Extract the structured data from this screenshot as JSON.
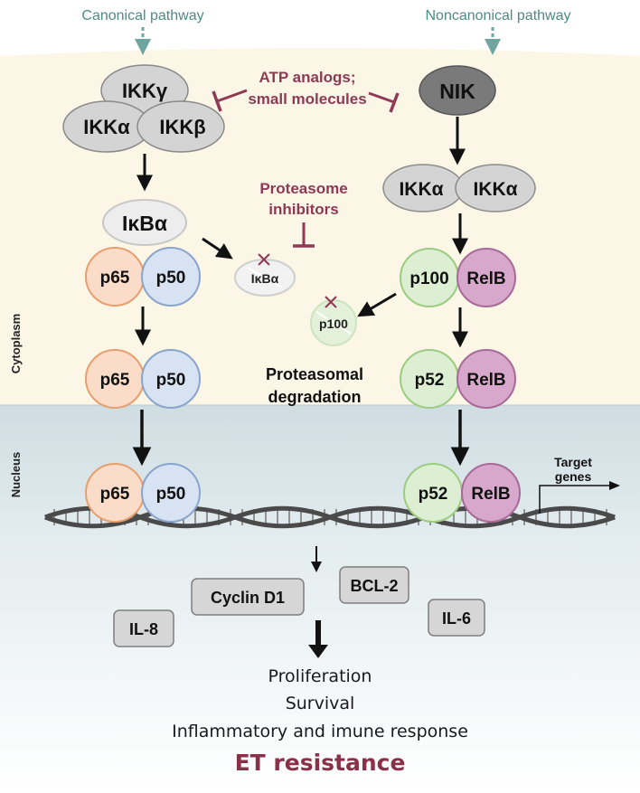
{
  "headers": {
    "canonical": "Canonical pathway",
    "noncanonical": "Noncanonical pathway"
  },
  "compartments": {
    "cytoplasm": "Cytoplasm",
    "nucleus": "Nucleus"
  },
  "inhibitors": {
    "atp_line1": "ATP analogs;",
    "atp_line2": "small molecules",
    "proteasome_line1": "Proteasome",
    "proteasome_line2": "inhibitors"
  },
  "canonical": {
    "ikk_gamma": "IKKγ",
    "ikk_alpha": "IKKα",
    "ikk_beta": "IKKβ",
    "ikb_alpha": "IκBα",
    "p65": "p65",
    "p50": "p50"
  },
  "noncanonical": {
    "nik": "NIK",
    "ikk_alpha": "IKKα",
    "p100": "p100",
    "relb": "RelB",
    "p52": "p52"
  },
  "degraded": {
    "ikb_alpha": "IκBα",
    "p100": "p100",
    "label_line1": "Proteasomal",
    "label_line2": "degradation"
  },
  "target_genes": {
    "line1": "Target",
    "line2": "genes"
  },
  "genes": {
    "cyclin_d1": "Cyclin D1",
    "bcl2": "BCL-2",
    "il8": "IL-8",
    "il6": "IL-6"
  },
  "outcomes": {
    "proliferation": "Proliferation",
    "survival": "Survival",
    "inflammatory": "Inflammatory and imune response",
    "resistance": "ET resistance"
  },
  "colors": {
    "header_teal": "#4e8a86",
    "inhibitor_maroon": "#8e3a55",
    "resistance": "#8a3048",
    "cytoplasm_bg": "#fbf6e6",
    "nucleus_bg": "#dfe9ec",
    "p65_fill": "#fbdcc8",
    "p65_stroke": "#e79f6f",
    "p50_fill": "#d7e2f2",
    "p50_stroke": "#8aa5cc",
    "green_fill": "#ddefd2",
    "green_stroke": "#9ccc82",
    "relb_fill": "#d7a8cb",
    "relb_stroke": "#a86a98",
    "ikk_fill": "#d4d4d4",
    "nik_fill": "#7a7a7a"
  }
}
